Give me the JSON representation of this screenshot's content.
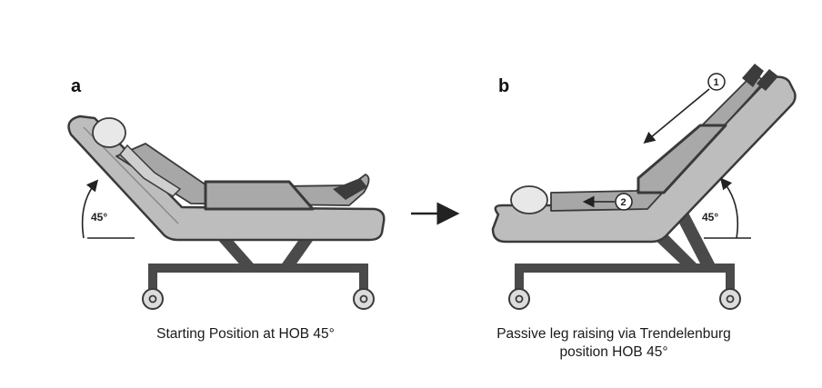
{
  "panels": [
    {
      "letter": "a",
      "angle": "45°",
      "caption": "Starting Position at HOB 45°"
    },
    {
      "letter": "b",
      "angle": "45°",
      "caption_line1": "Passive leg raising via Trendelenburg",
      "caption_line2": "position HOB 45°",
      "markers": [
        "1",
        "2"
      ]
    }
  ],
  "colors": {
    "bed_frame": "#b9b9b9",
    "outline": "#3a3a3a",
    "body": "#b5b5b5",
    "stand": "#4a4a4a",
    "wheel": "#d8d8d8"
  }
}
